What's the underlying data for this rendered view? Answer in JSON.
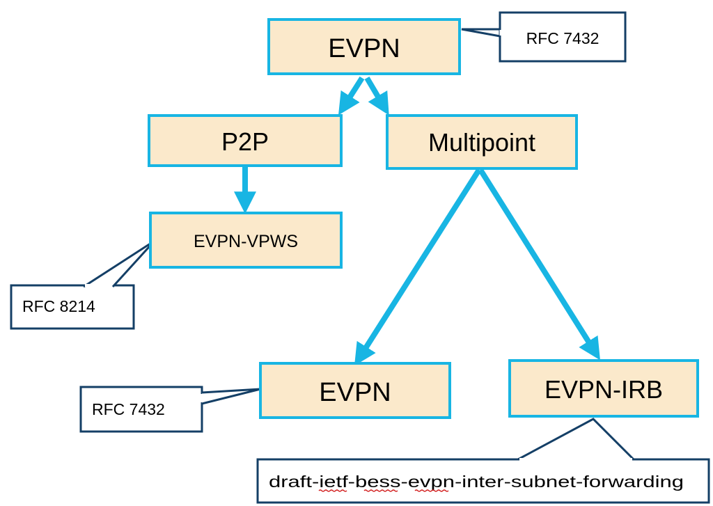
{
  "colors": {
    "node_fill": "#fbe9cb",
    "node_stroke": "#18b5e3",
    "arrow": "#18b5e3",
    "callout_stroke": "#143f66",
    "callout_fill": "#ffffff",
    "spell_underline": "#d11a1a"
  },
  "nodes": {
    "root": {
      "label": "EVPN"
    },
    "p2p": {
      "label": "P2P"
    },
    "multipoint": {
      "label": "Multipoint"
    },
    "vpws": {
      "label": "EVPN-VPWS"
    },
    "evpn": {
      "label": "EVPN"
    },
    "irb": {
      "label": "EVPN-IRB"
    }
  },
  "callouts": {
    "root_rfc": {
      "text": "RFC 7432"
    },
    "vpws_rfc": {
      "text": "RFC 8214"
    },
    "evpn_rfc": {
      "text": "RFC 7432"
    },
    "irb_draft": {
      "text": "draft-ietf-bess-evpn-inter-subnet-forwarding"
    }
  }
}
